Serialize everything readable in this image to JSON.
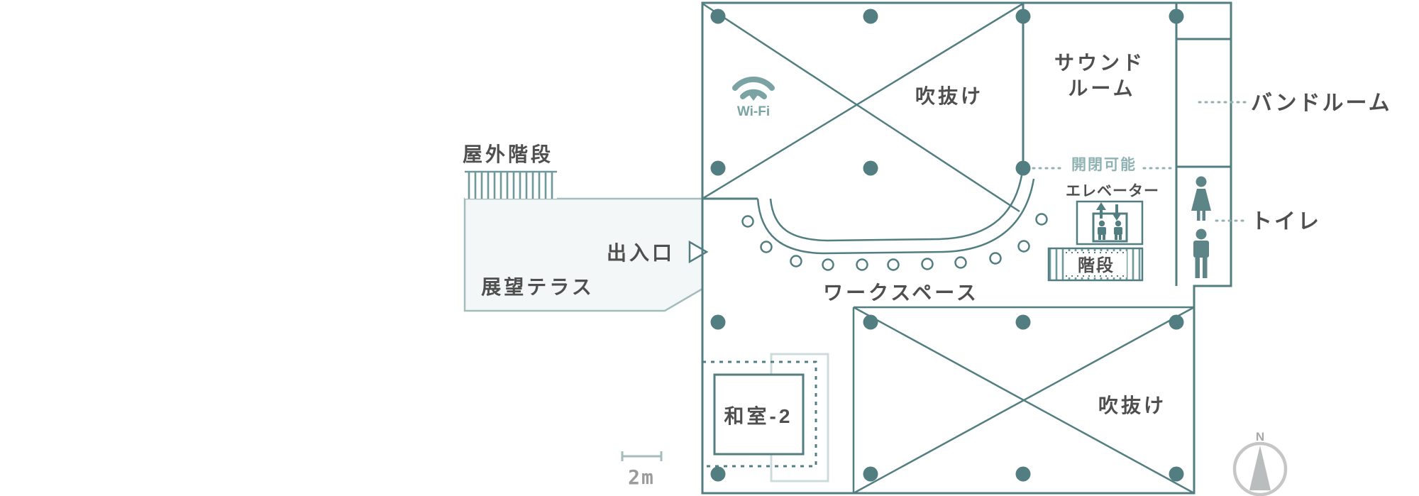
{
  "colors": {
    "wall": "#527e81",
    "accent_light": "#8fb2b3",
    "hatch": "#6f989a",
    "terrace_fill": "#f3f7f7",
    "terrace_stroke": "#a3bcbc",
    "text_dark": "#4f4f4f",
    "gray": "#a8a8a8"
  },
  "plan": {
    "terrace": {
      "label": "展望テラス",
      "entrance_label": "出入口",
      "outdoor_stairs_label": "屋外階段"
    },
    "workspace": {
      "label": "ワークスペース",
      "wifi_label": "Wi-Fi"
    },
    "atrium_top": {
      "label": "吹抜け"
    },
    "atrium_bottom": {
      "label": "吹抜け"
    },
    "sound_room": {
      "label_line1": "サウンド",
      "label_line2": "ルーム"
    },
    "band_room": {
      "label": "バンドルーム"
    },
    "toilet": {
      "label": "トイレ"
    },
    "partition": {
      "label": "開閉可能"
    },
    "elevator": {
      "label": "エレベーター"
    },
    "stairs": {
      "label": "階段"
    },
    "washitsu": {
      "label": "和室-2"
    }
  },
  "legend": {
    "scale_label": "2m",
    "compass_label": "N"
  },
  "icons": [
    "wifi-icon",
    "woman-icon",
    "man-icon",
    "elevator-icon",
    "compass-icon",
    "entrance-triangle-icon",
    "column-dot",
    "stool-circle"
  ]
}
